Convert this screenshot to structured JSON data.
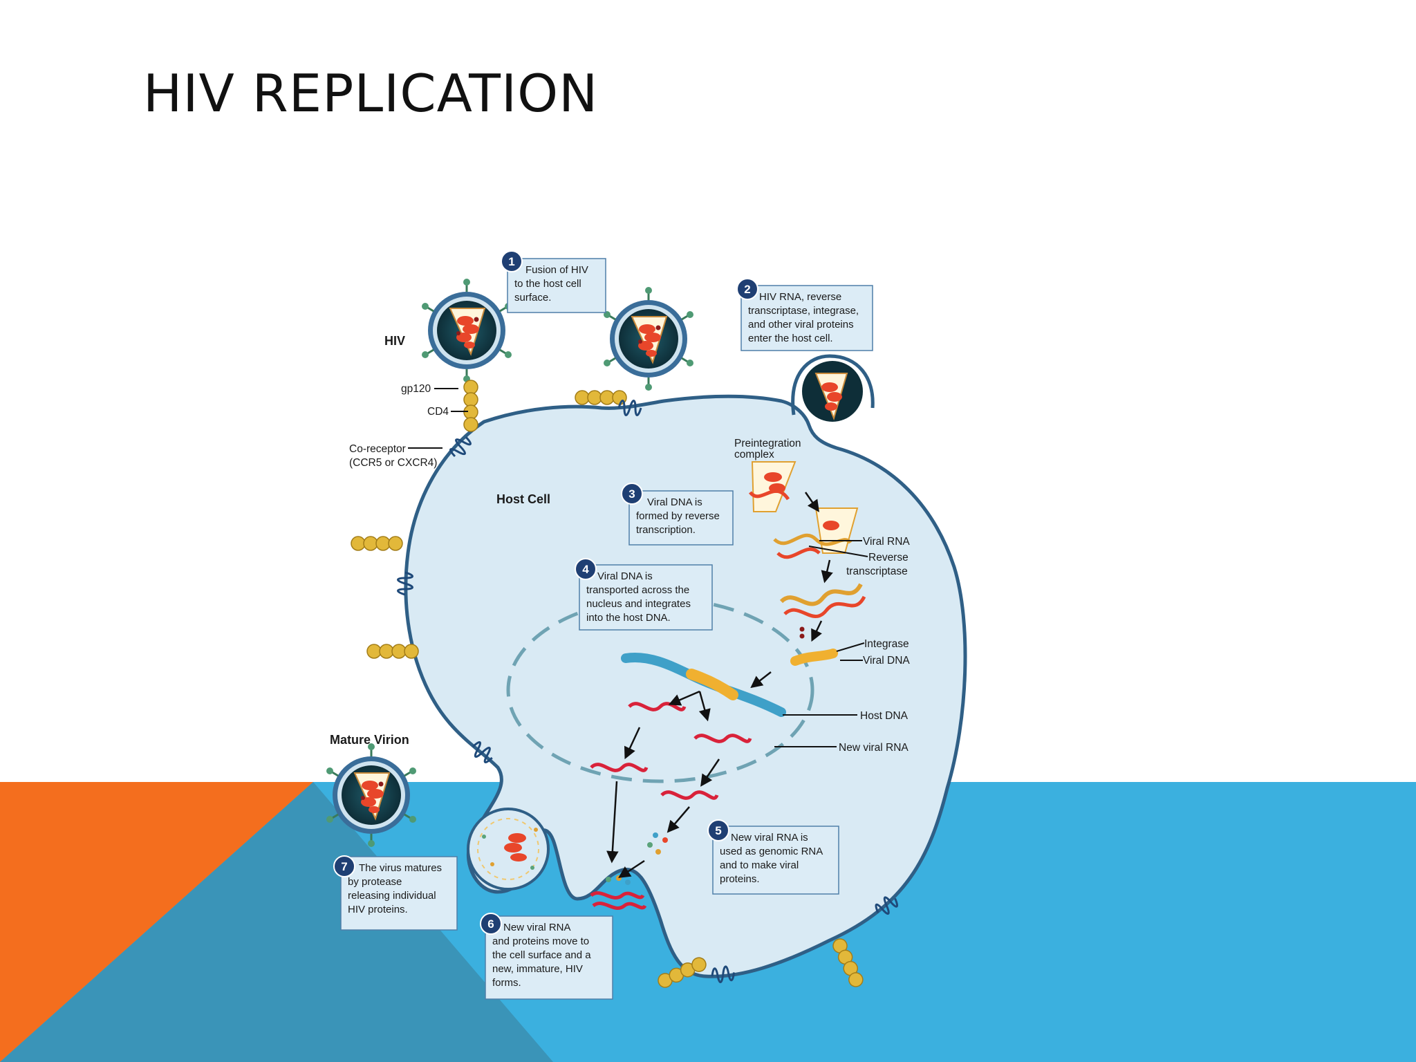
{
  "slide": {
    "title": "HIV REPLICATION"
  },
  "colors": {
    "orange": "#f46e1e",
    "blue": "#3bb0df",
    "teal": "#3a94b8",
    "cell": "#d9eaf4",
    "membrane": "#2f5f86",
    "badge": "#1f3f73"
  },
  "diagram": {
    "labels": {
      "hiv": "HIV",
      "gp120": "gp120",
      "cd4": "CD4",
      "coreceptor_1": "Co-receptor",
      "coreceptor_2": "(CCR5 or CXCR4)",
      "host_cell": "Host Cell",
      "mature_virion": "Mature Virion",
      "preintegration_1": "Preintegration",
      "preintegration_2": "complex",
      "viral_rna": "Viral RNA",
      "reverse_1": "Reverse",
      "reverse_2": "transcriptase",
      "integrase": "Integrase",
      "viral_dna": "Viral DNA",
      "host_dna": "Host DNA",
      "new_viral_rna": "New viral RNA"
    },
    "steps": [
      {
        "number": "1",
        "lines": [
          "Fusion of  HIV",
          "to the host cell",
          "surface."
        ]
      },
      {
        "number": "2",
        "lines": [
          "HIV RNA, reverse",
          "transcriptase, integrase,",
          "and other viral proteins",
          "enter the host cell."
        ]
      },
      {
        "number": "3",
        "lines": [
          "Viral DNA is",
          "formed by reverse",
          "transcription."
        ]
      },
      {
        "number": "4",
        "lines": [
          "Viral DNA is",
          "transported across the",
          "nucleus and integrates",
          "into the host DNA."
        ]
      },
      {
        "number": "5",
        "lines": [
          "New viral RNA is",
          "used as genomic RNA",
          "and to make viral",
          "proteins."
        ]
      },
      {
        "number": "6",
        "lines": [
          "New viral RNA",
          "and proteins move to",
          "the cell surface and a",
          "new, immature, HIV",
          "forms."
        ]
      },
      {
        "number": "7",
        "lines": [
          "The virus matures",
          "by protease",
          "releasing individual",
          "HIV proteins."
        ]
      }
    ]
  }
}
